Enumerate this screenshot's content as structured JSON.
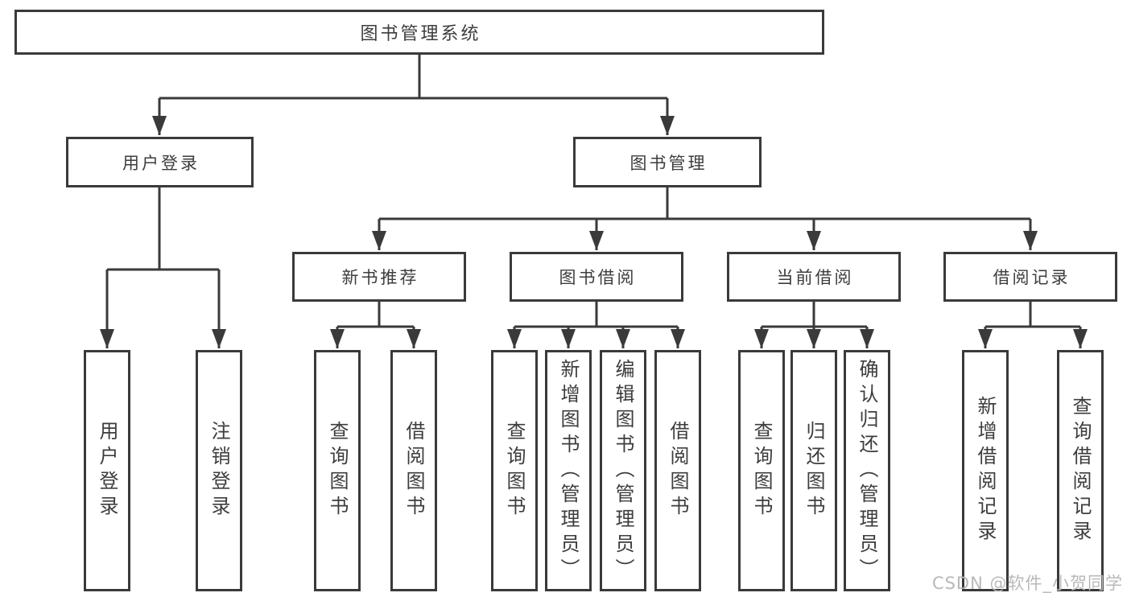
{
  "tree": {
    "label": "图书管理系统",
    "children": [
      {
        "label": "用户登录",
        "children": [
          {
            "label": "用户登录"
          },
          {
            "label": "注销登录"
          }
        ]
      },
      {
        "label": "图书管理",
        "children": [
          {
            "label": "新书推荐",
            "children": [
              {
                "label": "查询图书"
              },
              {
                "label": "借阅图书"
              }
            ]
          },
          {
            "label": "图书借阅",
            "children": [
              {
                "label": "查询图书"
              },
              {
                "label": "新增图书（管理员）"
              },
              {
                "label": "编辑图书（管理员）"
              },
              {
                "label": "借阅图书"
              }
            ]
          },
          {
            "label": "当前借阅",
            "children": [
              {
                "label": "查询图书"
              },
              {
                "label": "归还图书"
              },
              {
                "label": "确认归还（管理员）"
              }
            ]
          },
          {
            "label": "借阅记录",
            "children": [
              {
                "label": "新增借阅记录"
              },
              {
                "label": "查询借阅记录"
              }
            ]
          }
        ]
      }
    ]
  },
  "watermark": {
    "text": "CSDN @软件_小贺同学"
  },
  "colors": {
    "line": "#3a3a3a",
    "text": "#3d3d3d",
    "watermark": "#b9b9b9"
  }
}
